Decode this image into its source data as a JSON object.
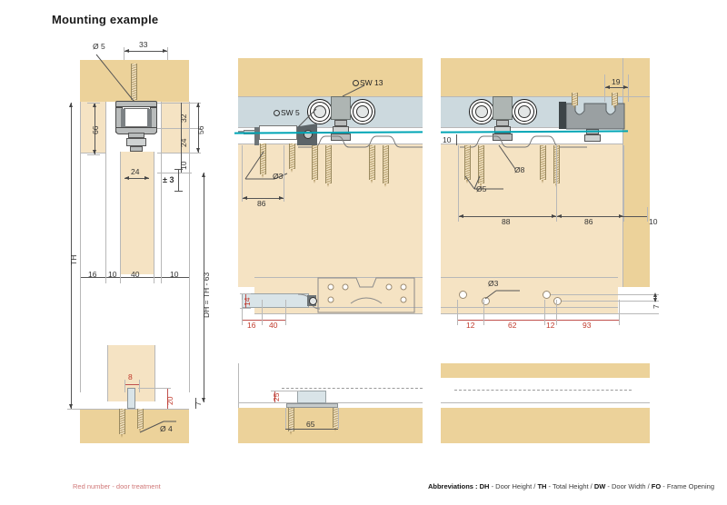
{
  "page": {
    "title": "Mounting example",
    "background": "#ffffff",
    "accent_teal": "#00a5b5",
    "red": "#c0392b",
    "wood_color": "#ecd29a",
    "glass_color": "#ccd9de"
  },
  "footer": {
    "note_red": "Red number - door treatment",
    "abbrev_label": "Abbreviations :",
    "abbrev_items": [
      {
        "code": "DH",
        "sep": "-",
        "text": "Door Height"
      },
      {
        "code": "TH",
        "sep": "-",
        "text": "Total Height"
      },
      {
        "code": "DW",
        "sep": "-",
        "text": "Door Width"
      },
      {
        "code": "FO",
        "sep": "-",
        "text": "Frame Opening"
      }
    ],
    "abbrev_full": "Abbreviations : DH - Door Height / TH - Total Height / DW - Door Width / FO - Frame Opening"
  },
  "views": {
    "left_section": {
      "name": "vertical-section-top",
      "dims": {
        "dia5": "Ø 5",
        "d33": "33",
        "d66": "66",
        "d32": "32",
        "d56": "56",
        "d24_right": "24",
        "d10_right": "10",
        "d24_door": "24",
        "tol3": "± 3",
        "th": "TH",
        "dh": "DH = TH - 63",
        "d16": "16",
        "d10a": "10",
        "d40": "40",
        "d10b": "10"
      }
    },
    "left_bottom": {
      "name": "vertical-section-bottom",
      "dims": {
        "d8": "8",
        "d20": "20",
        "d7": "7",
        "dia4": "Ø 4"
      }
    },
    "top_middle": {
      "name": "track-section-left",
      "dims": {
        "sw13": "SW 13",
        "sw5": "SW 5",
        "dia3": "Ø3",
        "d86": "86"
      }
    },
    "top_right": {
      "name": "track-section-right",
      "dims": {
        "d19": "19",
        "d10_left": "10",
        "dia8": "Ø8",
        "dia5": "Ø5",
        "d88": "88",
        "d86": "86",
        "d10_right": "10"
      }
    },
    "mid_left": {
      "name": "plan-view-bracket",
      "dims": {
        "d14": "14",
        "d16": "16",
        "d40": "40"
      }
    },
    "mid_right": {
      "name": "plan-view-holes",
      "dims": {
        "dia3": "Ø3",
        "d7": "7",
        "d12a": "12",
        "d62": "62",
        "d12b": "12",
        "d93": "93"
      }
    },
    "bottom_middle": {
      "name": "floor-guide-section",
      "dims": {
        "d25": "25",
        "d65": "65"
      }
    }
  }
}
